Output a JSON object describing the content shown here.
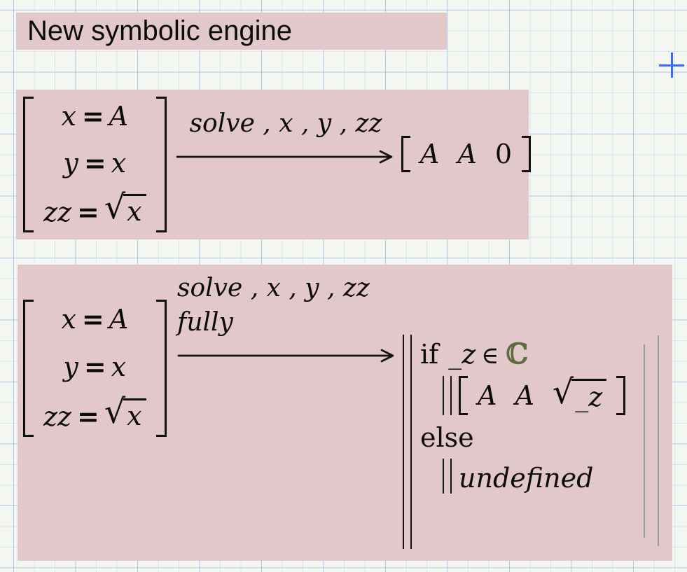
{
  "title": {
    "text": "New symbolic engine"
  },
  "system": {
    "rows": [
      {
        "lhs": "x",
        "op": "=",
        "rhs": "A"
      },
      {
        "lhs": "y",
        "op": "=",
        "rhs": "x"
      },
      {
        "lhs": "zz",
        "op": "=",
        "sqrt_of": "x"
      }
    ]
  },
  "symbols": {
    "radical": "√"
  },
  "block1": {
    "arrow_label": "solve , x , y , zz",
    "result_vector": {
      "items": [
        "A",
        "A",
        "0"
      ]
    }
  },
  "block2": {
    "arrow_label_line1": "solve , x , y , zz",
    "arrow_label_line2": "fully",
    "program": {
      "if_keyword": "if",
      "condition_var": "_z",
      "membership_symbol": "∈",
      "set_symbol": "ℂ",
      "then_vector_items": [
        "A",
        "A"
      ],
      "then_vector_sqrt_arg": "_z",
      "else_keyword": "else",
      "else_result": "undefined"
    }
  },
  "colors": {
    "region_highlight": "#e2c8cb",
    "complex_set_symbol": "#5c6c3c",
    "cursor_crosshair": "#3a6cf0",
    "collapsed_bars": "#9a9a98",
    "grid_line": "#cfe0f2",
    "page_background": "#f4f6f2"
  }
}
